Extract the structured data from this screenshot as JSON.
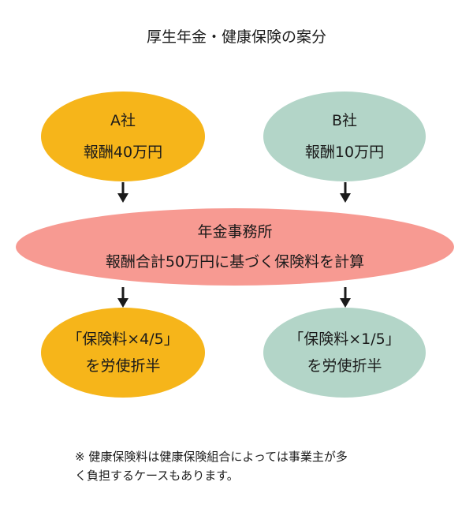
{
  "title": "厚生年金・健康保険の案分",
  "colors": {
    "company_a": "#f6b51a",
    "company_b": "#b3d5c8",
    "office": "#f79a92",
    "arrow": "#1a1a1a"
  },
  "company_a": {
    "name": "A社",
    "salary": "報酬40万円"
  },
  "company_b": {
    "name": "B社",
    "salary": "報酬10万円"
  },
  "office": {
    "name": "年金事務所",
    "description": "報酬合計50万円に基づく保険料を計算"
  },
  "result_a": {
    "line1": "「保険料×4/5」",
    "line2": "を労使折半"
  },
  "result_b": {
    "line1": "「保険料×1/5」",
    "line2": "を労使折半"
  },
  "note": {
    "line1": "※ 健康保険料は健康保険組合によっては事業主が多",
    "line2": "く負担するケースもあります。"
  }
}
